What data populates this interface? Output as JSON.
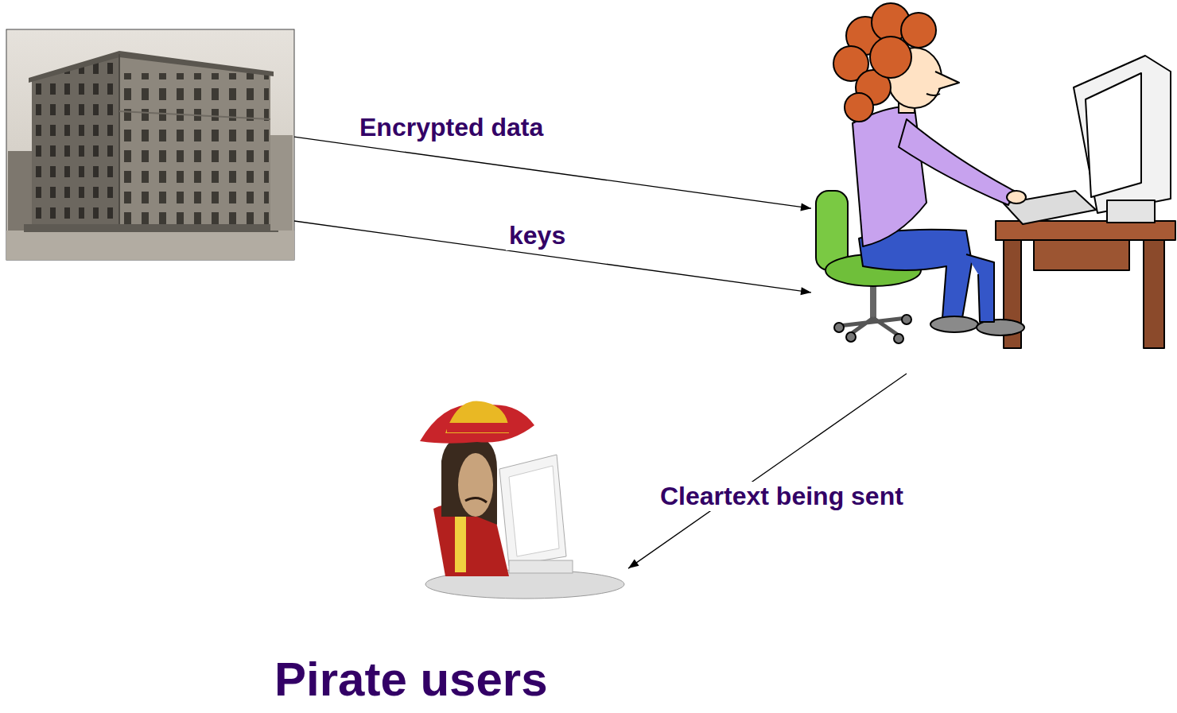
{
  "diagram": {
    "nodes": [
      {
        "text": []
      },
      {
        "text": []
      },
      {
        "text": [
          "Pirate users"
        ]
      }
    ],
    "edges": [
      {
        "from": 0,
        "to": 1,
        "label": "Encrypted data",
        "arrow": "to"
      },
      {
        "from": 0,
        "to": 1,
        "label": "keys",
        "arrow": "to"
      },
      {
        "from": 1,
        "to": 2,
        "label": "Cleartext being sent",
        "arrow": "to"
      }
    ]
  }
}
